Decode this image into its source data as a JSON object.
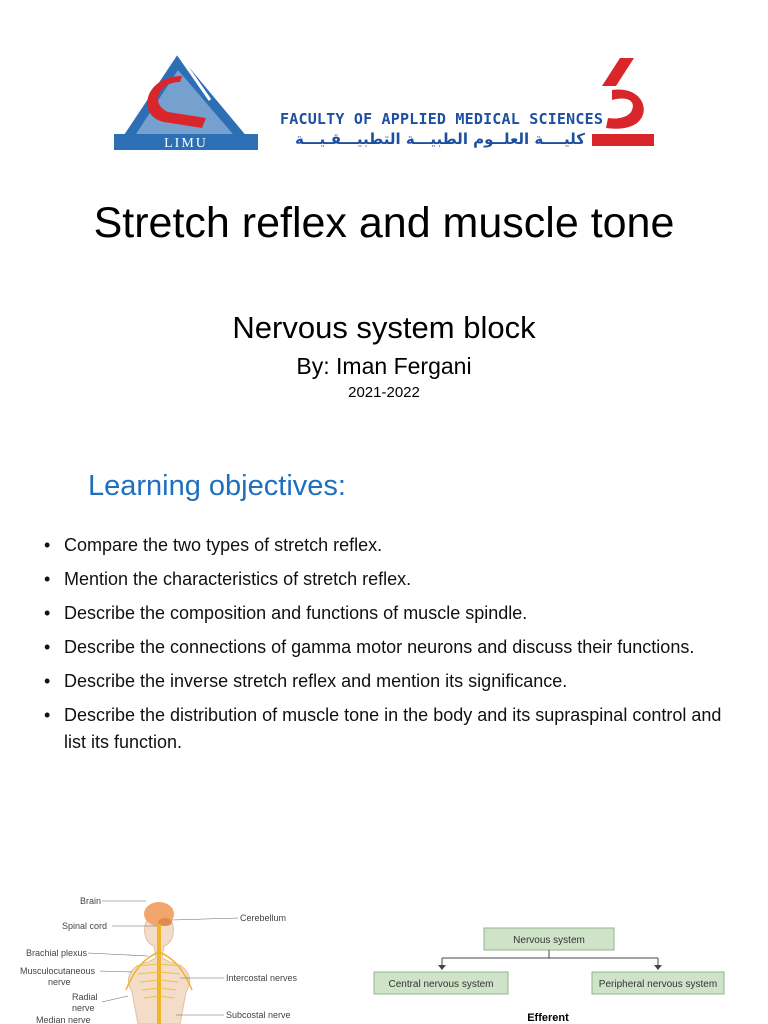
{
  "header": {
    "limu_text": "LIMU",
    "faculty_en": "FACULTY OF APPLIED MEDICAL SCIENCES",
    "faculty_ar": "كليــــة العلــوم الطبيـــة التطبيـــقـيـــة"
  },
  "slide1": {
    "title": "Stretch reflex and muscle tone",
    "subtitle": "Nervous system block",
    "author": "By: Iman Fergani",
    "year": "2021-2022"
  },
  "slide2": {
    "heading": "Learning objectives:",
    "bullet_char": "•",
    "objectives": [
      "Compare the two types of stretch reflex.",
      "Mention the characteristics of stretch reflex.",
      "Describe the composition and functions of muscle spindle.",
      "Describe the connections of gamma motor neurons and discuss their functions.",
      "Describe the inverse stretch reflex and mention its significance.",
      "Describe the distribution of muscle tone in the body and its supraspinal control and list its function."
    ],
    "anatomy_labels": {
      "brain": "Brain",
      "spinal_cord": "Spinal cord",
      "brachial_plexus": "Brachial plexus",
      "musculocutaneous_1": "Musculocutaneous",
      "musculocutaneous_2": "nerve",
      "radial_1": "Radial",
      "radial_2": "nerve",
      "median": "Median nerve",
      "cerebellum": "Cerebellum",
      "intercostal": "Intercostal nerves",
      "subcostal": "Subcostal nerve"
    },
    "ns_diagram": {
      "root": "Nervous system",
      "left": "Central nervous system",
      "right": "Peripheral nervous system",
      "efferent": "Efferent"
    }
  },
  "colors": {
    "limu_blue": "#2d6fb5",
    "limu_red": "#d9262b",
    "faculty_blue": "#1e4fa0",
    "heading_blue": "#1f6fc0",
    "diagram_box": "#cfe3c9"
  }
}
